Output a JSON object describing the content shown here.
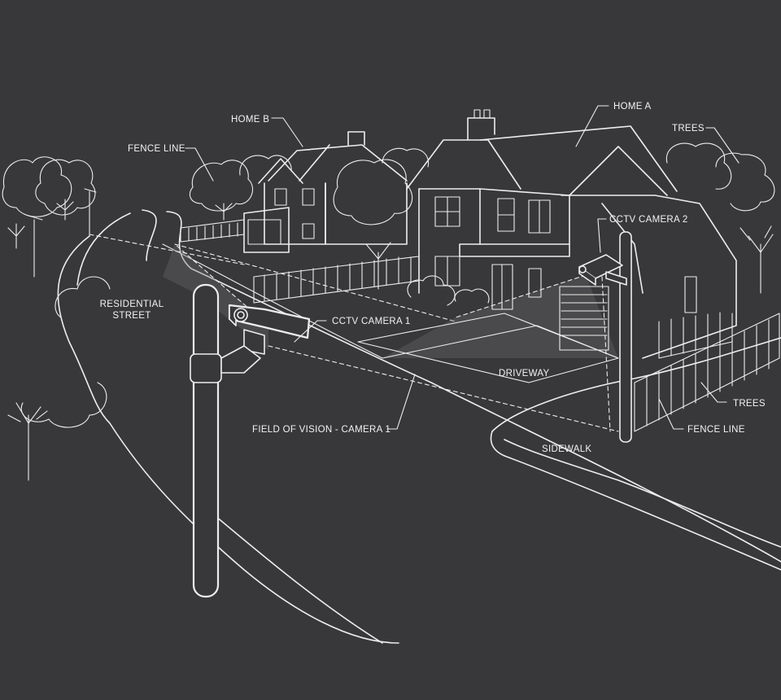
{
  "labels": {
    "home_a": "HOME A",
    "home_b": "HOME B",
    "trees_top": "TREES",
    "fence_line_left": "FENCE LINE",
    "cctv_camera_2": "CCTV CAMERA 2",
    "residential_street_1": "RESIDENTIAL",
    "residential_street_2": "STREET",
    "cctv_camera_1": "CCTV CAMERA 1",
    "driveway": "DRIVEWAY",
    "trees_right": "TREES",
    "fence_line_right": "FENCE LINE",
    "field_of_vision": "FIELD OF VISION - CAMERA 1",
    "sidewalk": "SIDEWALK"
  },
  "colors": {
    "background": "#38383a",
    "line": "#ededed"
  }
}
